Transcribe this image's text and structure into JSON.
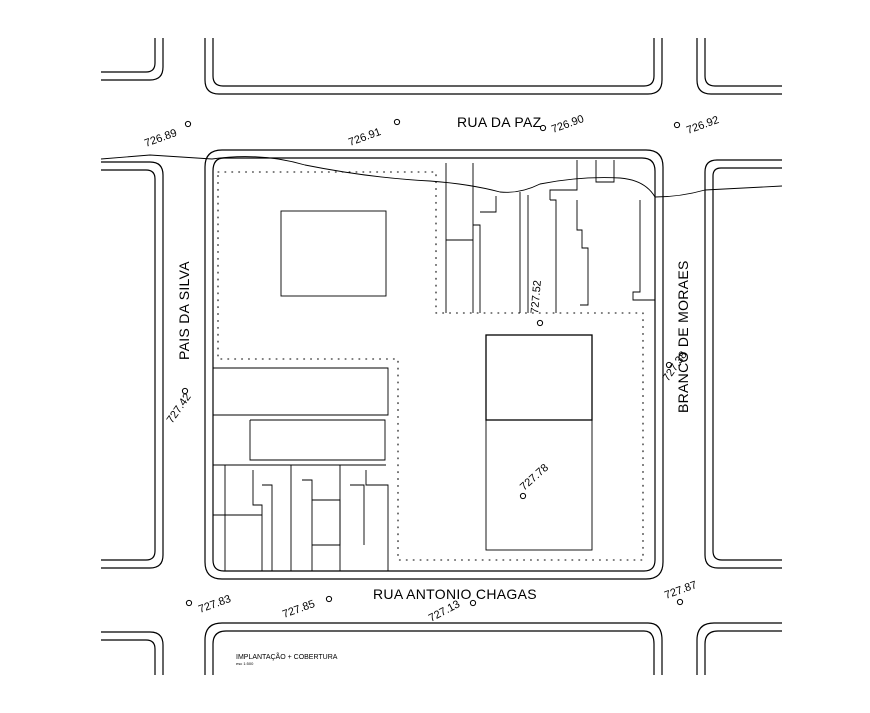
{
  "streets": {
    "north": "RUA DA PAZ",
    "south": "RUA ANTONIO CHAGAS",
    "west": "PAIS DA SILVA",
    "east": "BRANCO DE MORAES"
  },
  "elevations": {
    "nw": "726.89",
    "n1": "726.91",
    "n2": "726.90",
    "ne": "726.92",
    "west": "727.42",
    "east": "727.38",
    "center_top": "727.52",
    "center": "727.78",
    "sw": "727.83",
    "s1": "727.85",
    "s2": "727.13",
    "se": "727.87"
  },
  "caption": {
    "title": "IMPLANTAÇÃO + COBERTURA",
    "scale": "esc 1:500"
  }
}
